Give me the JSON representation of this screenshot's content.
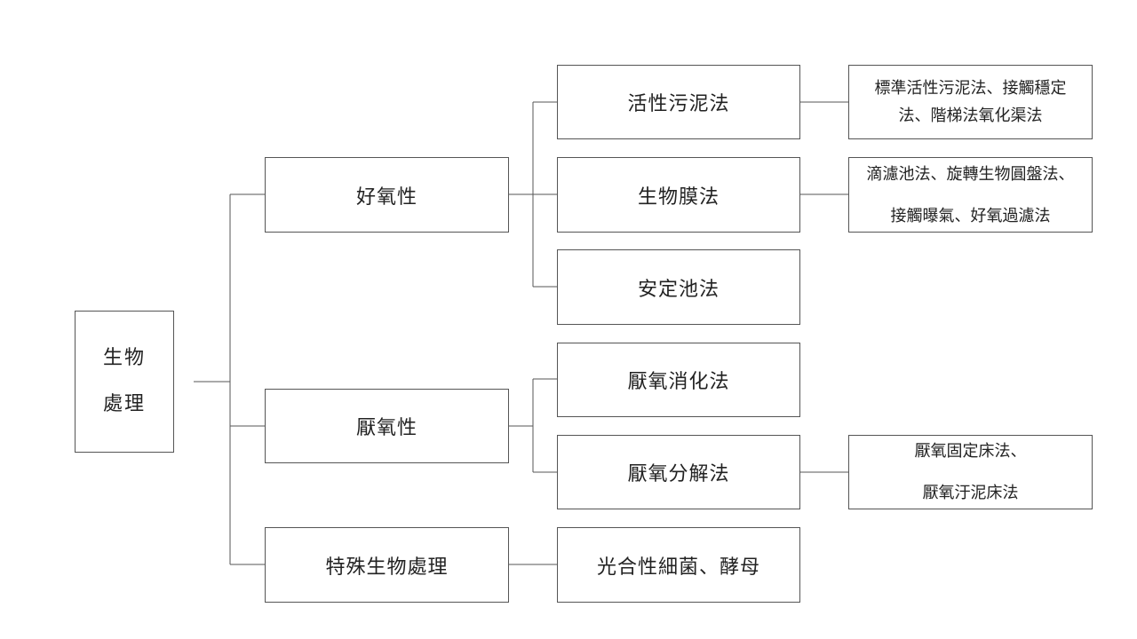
{
  "root": {
    "line1": "生物",
    "line2": "處理"
  },
  "level1": {
    "aerobic": "好氧性",
    "anaerobic": "厭氧性",
    "special": "特殊生物處理"
  },
  "level2": {
    "activated_sludge": "活性污泥法",
    "biofilm": "生物膜法",
    "stabilization_pond": "安定池法",
    "anaerobic_digestion": "厭氧消化法",
    "anaerobic_decomposition": "厭氧分解法",
    "photosynthetic": "光合性細菌、酵母"
  },
  "level3": {
    "activated_sludge_line1": "標準活性污泥法、接觸穩定",
    "activated_sludge_line2": "法、階梯法氧化渠法",
    "biofilm_line1": "滴濾池法、旋轉生物圓盤法、",
    "biofilm_line2": "接觸曝氣、好氧過濾法",
    "anaerobic_decomposition_line1": "厭氧固定床法、",
    "anaerobic_decomposition_line2": "厭氧汙泥床法"
  }
}
